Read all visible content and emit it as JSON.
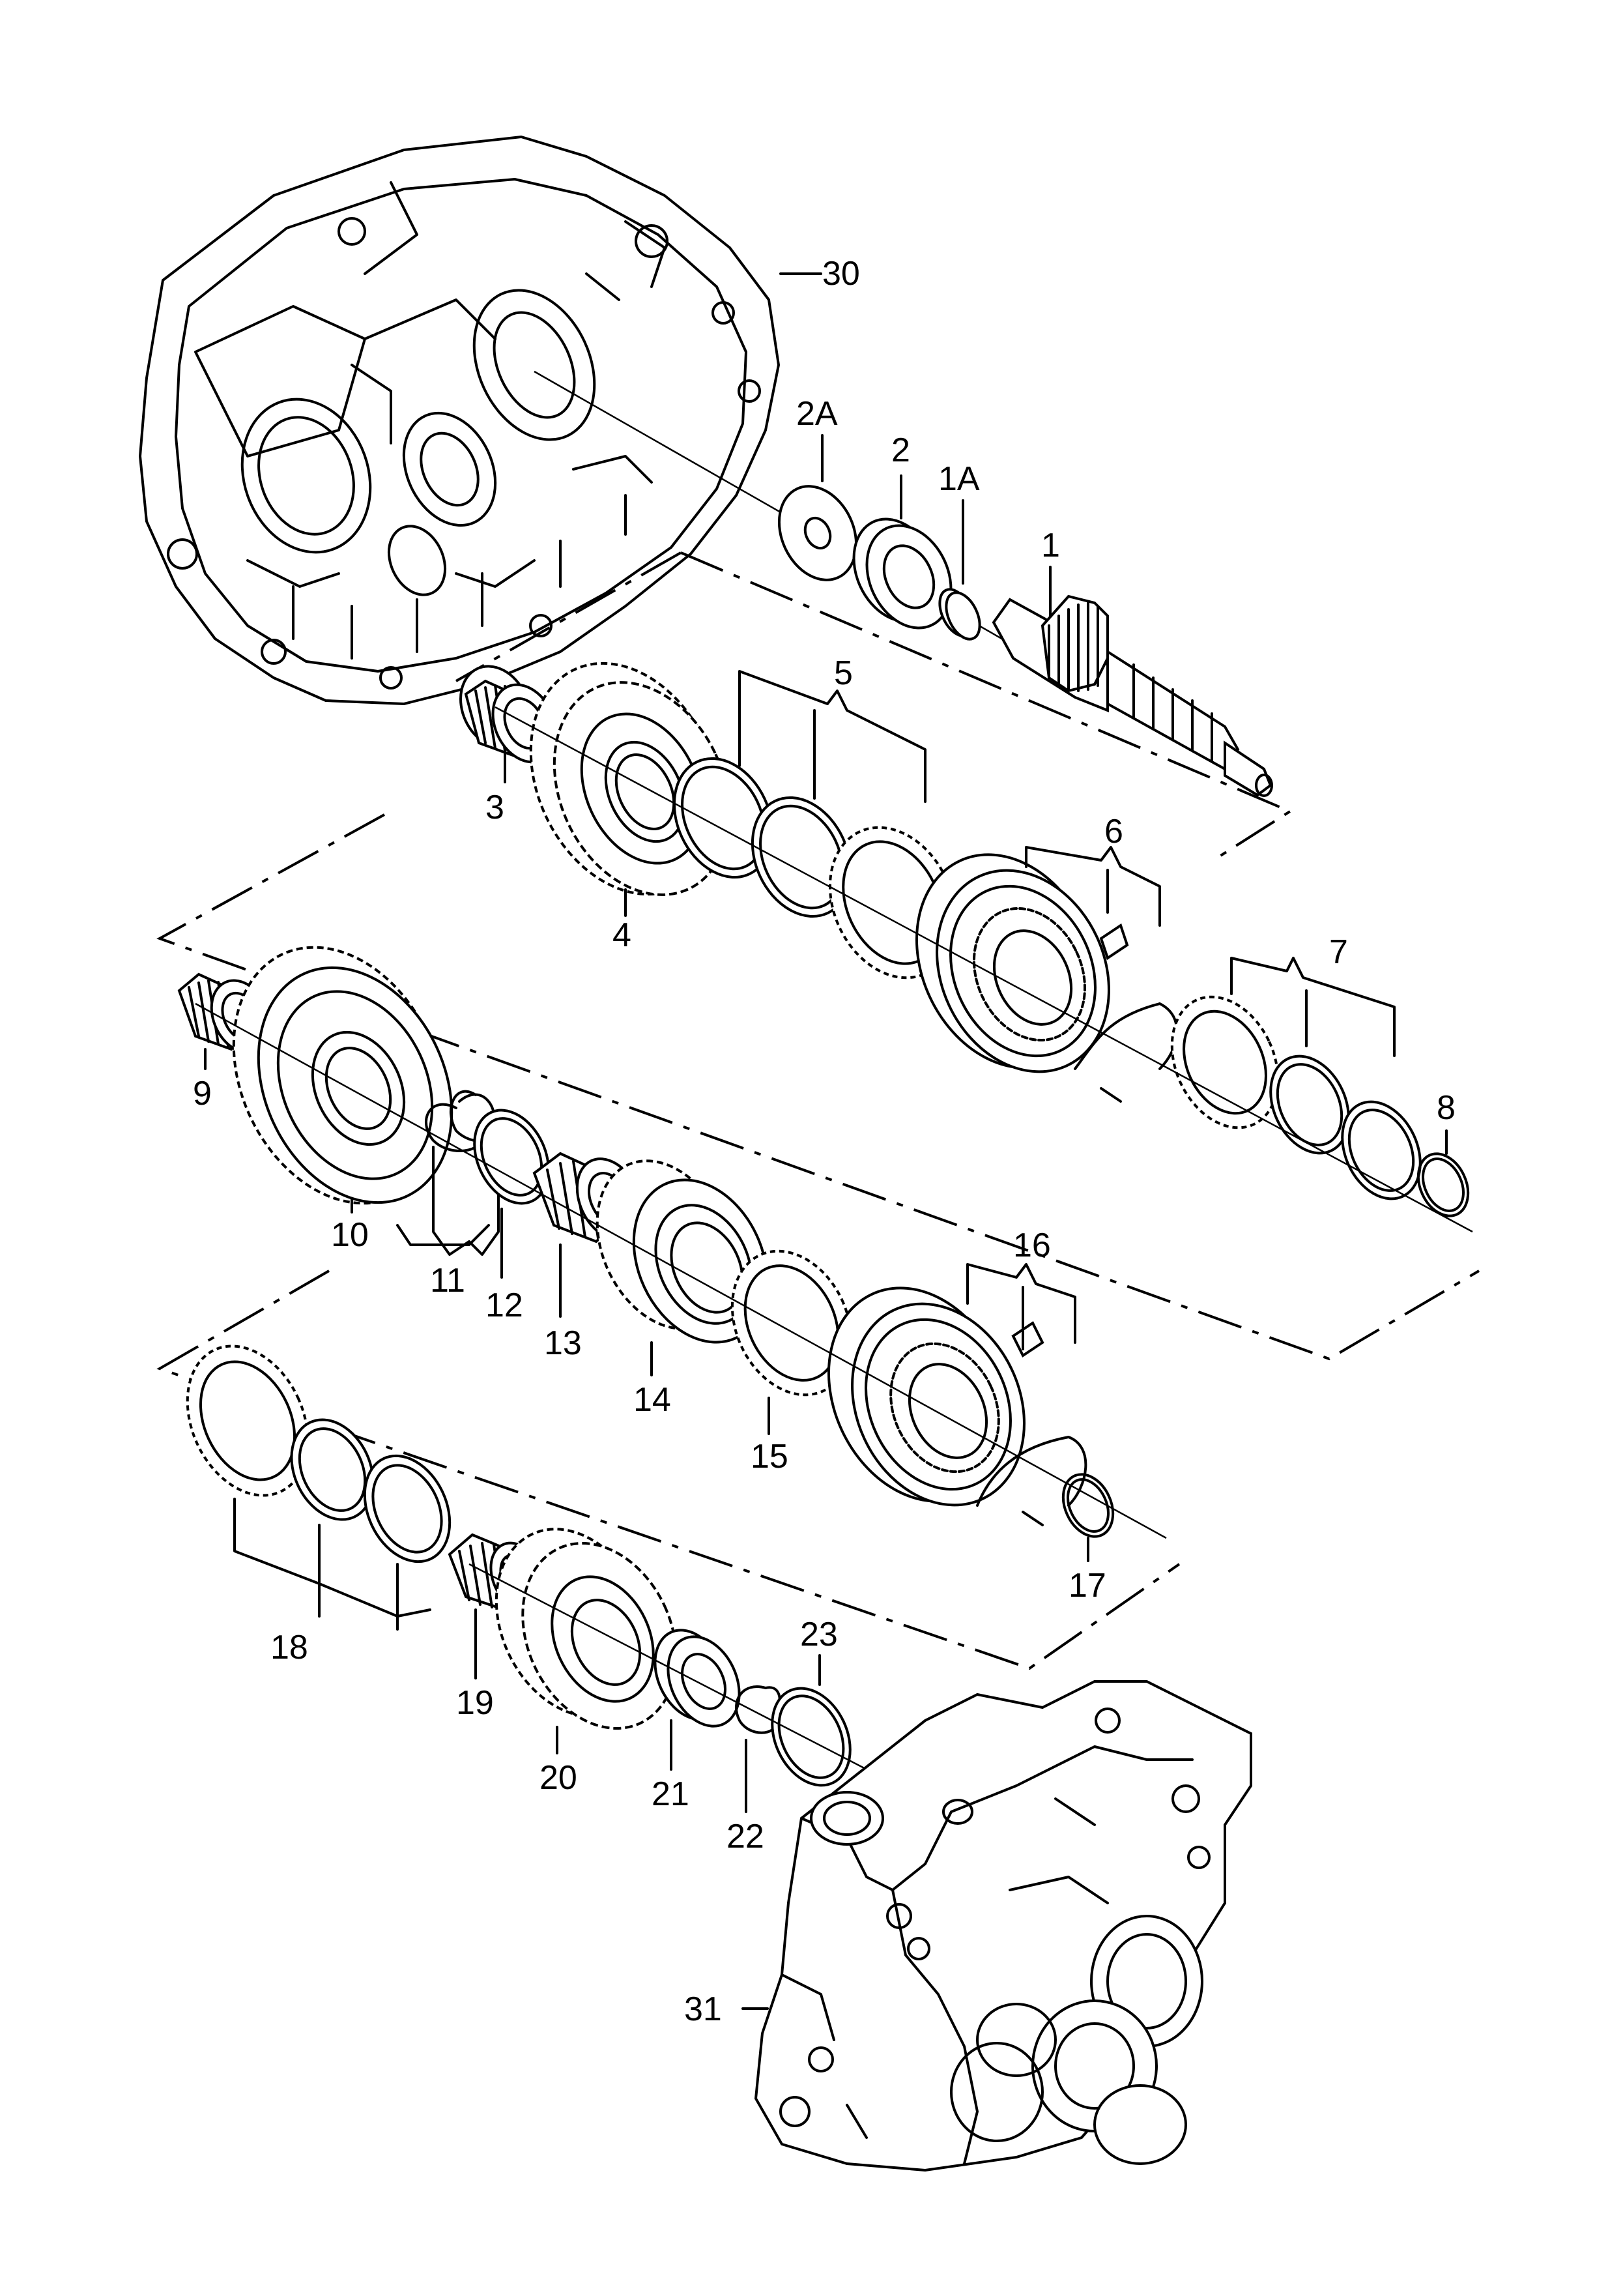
{
  "labels": {
    "l1": "1",
    "l1A": "1A",
    "l2": "2",
    "l2A": "2A",
    "l3": "3",
    "l4": "4",
    "l5": "5",
    "l6": "6",
    "l7": "7",
    "l8": "8",
    "l9": "9",
    "l10": "10",
    "l11": "11",
    "l12": "12",
    "l13": "13",
    "l14": "14",
    "l15": "15",
    "l16": "16",
    "l17": "17",
    "l18": "18",
    "l19": "19",
    "l20": "20",
    "l21": "21",
    "l22": "22",
    "l23": "23",
    "l30": "30",
    "l31": "31"
  }
}
